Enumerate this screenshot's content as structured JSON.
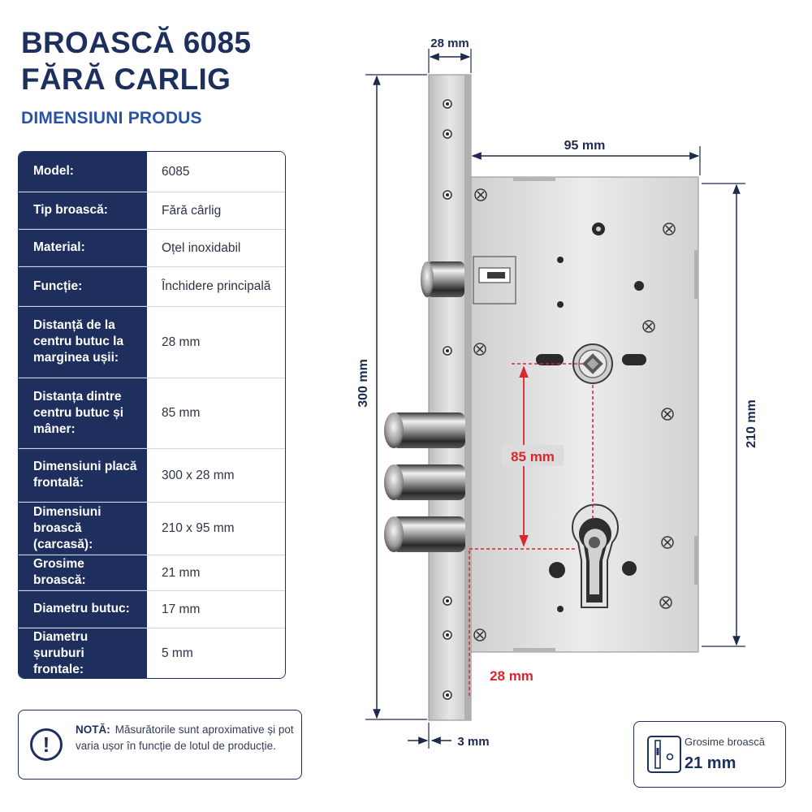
{
  "header": {
    "title_line1": "BROASCĂ 6085",
    "title_line2": "FĂRĂ CARLIG",
    "subtitle": "DIMENSIUNI PRODUS"
  },
  "specs": [
    {
      "label": "Model:",
      "value": "6085"
    },
    {
      "label": "Tip broască:",
      "value": "Fără cârlig"
    },
    {
      "label": "Material:",
      "value": "Oțel inoxidabil"
    },
    {
      "label": "Funcție:",
      "value": "Închidere principală"
    },
    {
      "label": "Distanță de la centru butuc la marginea ușii:",
      "value": "28 mm"
    },
    {
      "label": "Distanța dintre centru butuc și mâner:",
      "value": "85 mm"
    },
    {
      "label": "Dimensiuni placă frontală:",
      "value": "300 x 28 mm"
    },
    {
      "label": "Dimensiuni broască (carcasă):",
      "value": "210 x 95 mm"
    },
    {
      "label": "Grosime broască:",
      "value": "21 mm"
    },
    {
      "label": "Diametru butuc:",
      "value": "17 mm"
    },
    {
      "label": "Diametru șuruburi frontale:",
      "value": "5 mm"
    }
  ],
  "note": {
    "label": "NOTĂ:",
    "text": "Măsurătorile sunt aproximative și pot varia ușor în funcție de lotul de producție."
  },
  "thickness_box": {
    "label": "Grosime broască",
    "value": "21 mm"
  },
  "dimensions": {
    "faceplate_width": "28 mm",
    "case_width": "95 mm",
    "total_height": "300 mm",
    "case_height": "210 mm",
    "backset_spacing": "85 mm",
    "backset": "28 mm",
    "faceplate_thickness": "3 mm"
  },
  "colors": {
    "navy": "#1e2f5d",
    "accent_blue": "#2852a8",
    "dimension_red": "#d9272e",
    "steel": "#dcdcdc"
  }
}
